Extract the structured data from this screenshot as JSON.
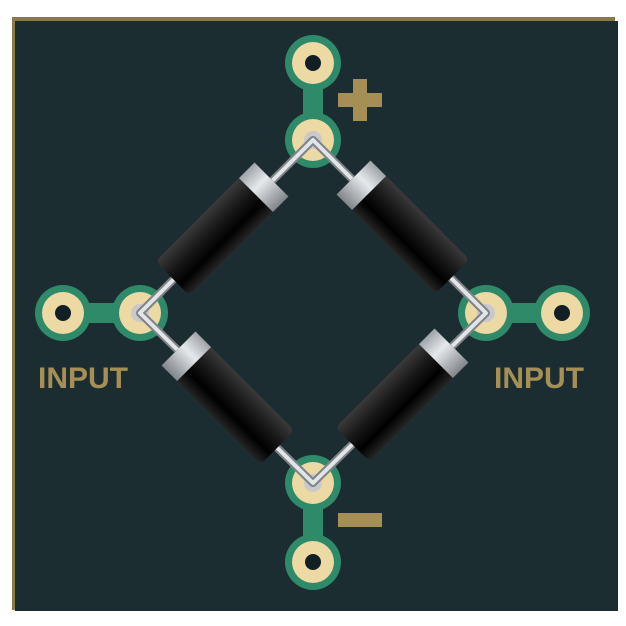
{
  "labels": {
    "plus": "+",
    "minus": "−",
    "input_left": "INPUT",
    "input_right": "INPUT"
  },
  "colors": {
    "board": "#1c2d31",
    "board_edge": "#8a7a4a",
    "trace": "#2e8a68",
    "pad_ring": "#ecd9a4",
    "pad_hole": "#122024",
    "silkscreen": "#a68f55",
    "lead_wire": "#d4d8dc",
    "diode_body": "#111111",
    "diode_band": "#c7cbcf"
  },
  "components": {
    "diodes": [
      {
        "name": "diode-top-left",
        "from": "pad-top",
        "to": "pad-left"
      },
      {
        "name": "diode-top-right",
        "from": "pad-top",
        "to": "pad-right"
      },
      {
        "name": "diode-bottom-left",
        "from": "pad-left",
        "to": "pad-bottom"
      },
      {
        "name": "diode-bottom-right",
        "from": "pad-right",
        "to": "pad-bottom"
      }
    ],
    "pads": [
      "pad-top",
      "pad-left",
      "pad-right",
      "pad-bottom",
      "terminal-plus",
      "terminal-minus",
      "terminal-input-left",
      "terminal-input-right"
    ]
  }
}
